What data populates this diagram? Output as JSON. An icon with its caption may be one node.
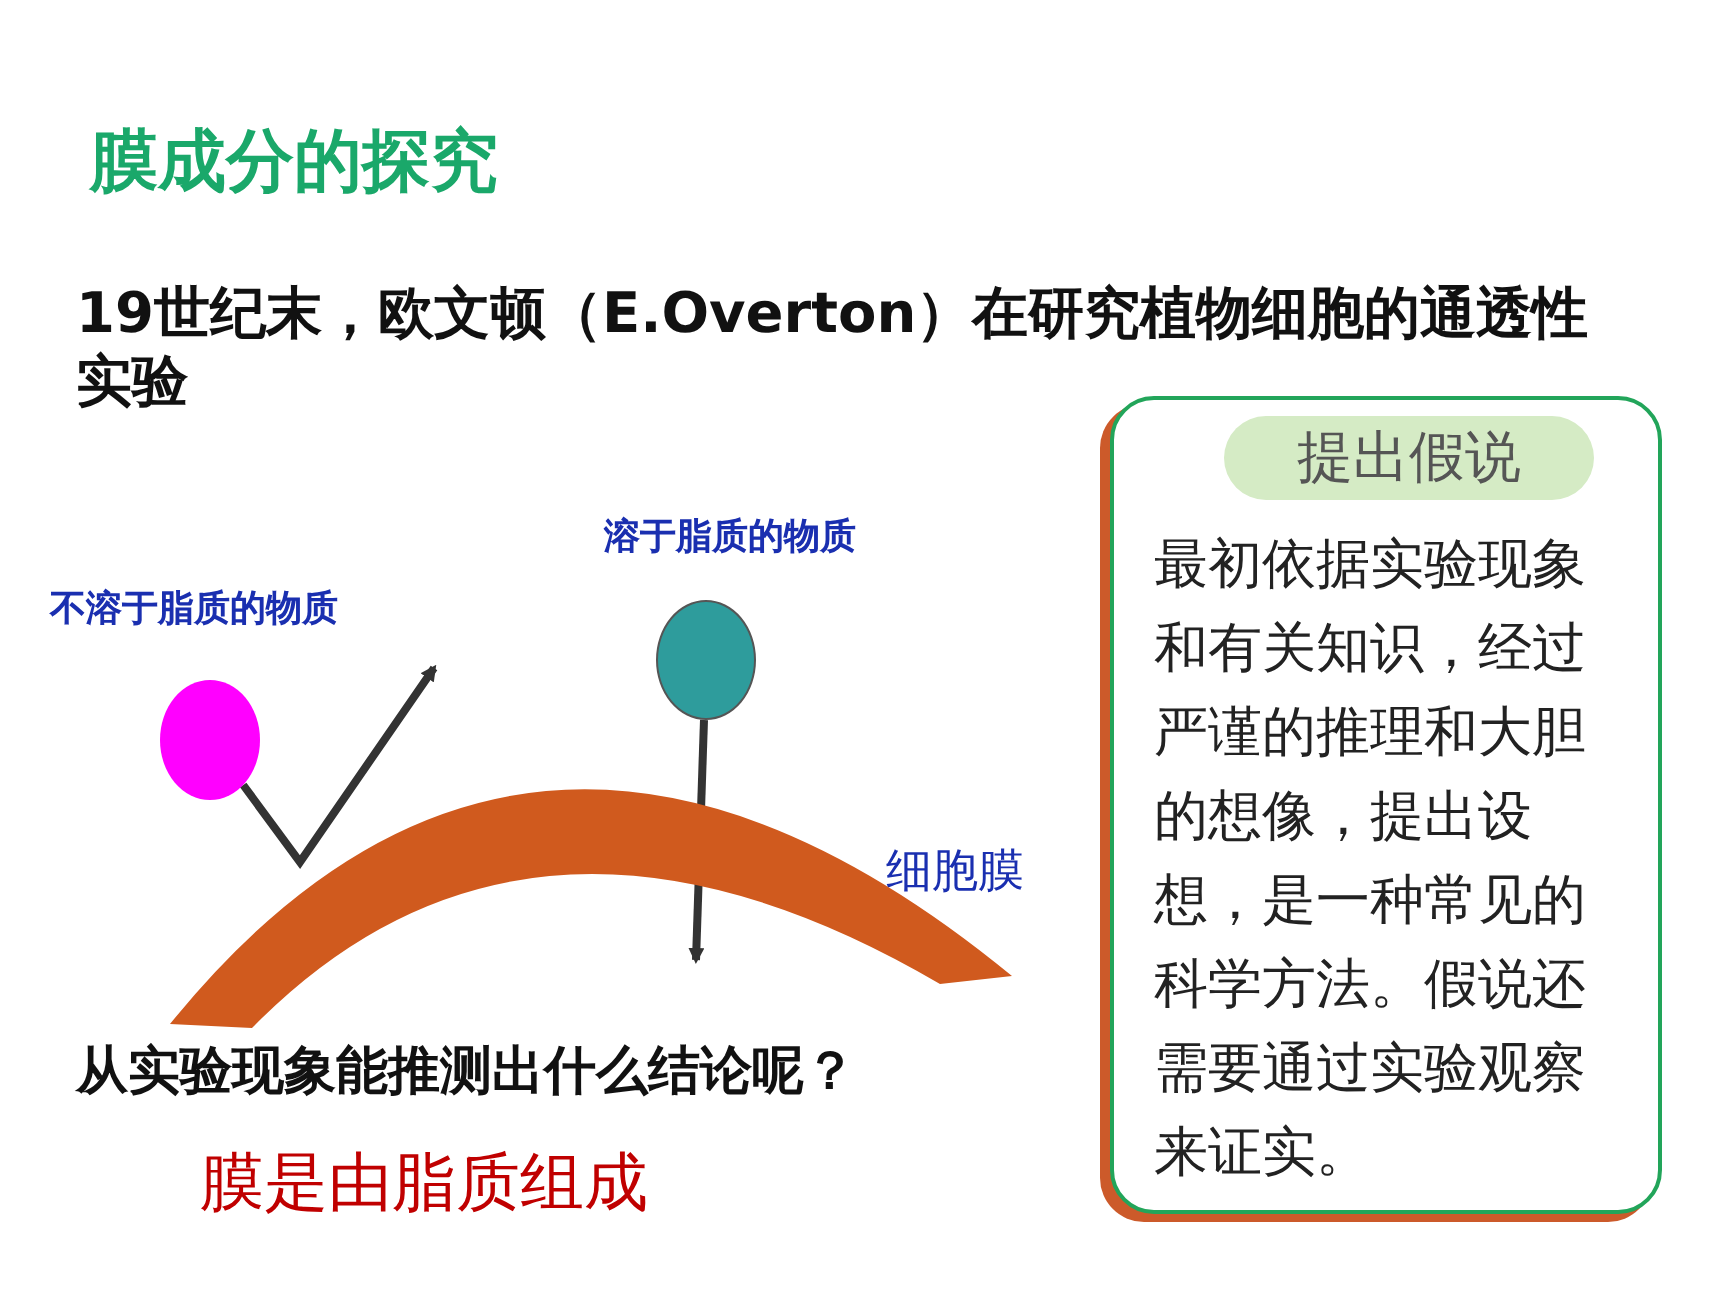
{
  "diagram": {
    "title": "膜成分的探究",
    "nodes": [
      {
        "text": [],
        "shape": "circle",
        "beside": [
          "不溶于脂质的物质"
        ]
      },
      {
        "text": [],
        "shape": "circle",
        "beside": [
          "溶于脂质的物质"
        ]
      },
      {
        "text": [],
        "shape": "band",
        "beside": [
          "细胞膜"
        ]
      },
      {
        "text": [
          "最初依据实验现象和有关知识，经过严谨的推理和大胆的想像，提出设想，是一种常见的科学方法。假说还需要通过实验观察来证实。"
        ]
      },
      {
        "text": [
          "提出假说"
        ],
        "in": 3
      }
    ],
    "edges": [
      {
        "from": 0,
        "to": null,
        "arrow": "to"
      },
      {
        "from": 1,
        "to": null,
        "arrow": "to"
      }
    ],
    "labels": [
      "19世纪末，欧文顿（E.Overton）在研究植物细胞的通透性实验",
      "从实验现象能推测出什么结论呢？",
      "膜是由脂质组成"
    ]
  }
}
